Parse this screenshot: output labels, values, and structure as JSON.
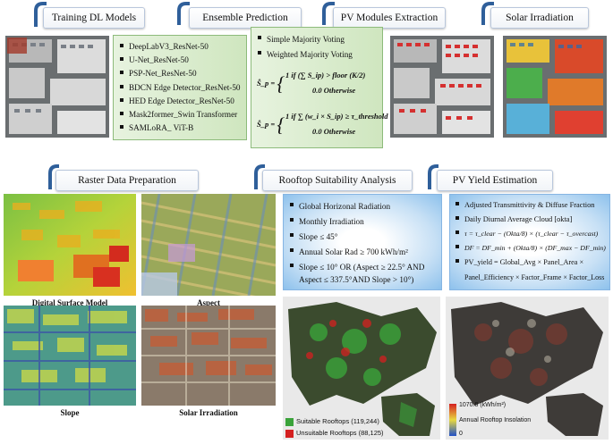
{
  "steps": {
    "training": "Training DL Models",
    "ensemble": "Ensemble Prediction",
    "pv_extraction": "PV Modules Extraction",
    "solar_irradiation": "Solar Irradiation",
    "raster": "Raster Data Preparation",
    "suitability": "Rooftop Suitability Analysis",
    "yield": "PV Yield Estimation"
  },
  "models": [
    "DeepLabV3_ResNet-50",
    "U-Net_ResNet-50",
    "PSP-Net_ResNet-50",
    "BDCN Edge Detector_ResNet-50",
    "HED Edge Detector_ResNet-50",
    "Mask2former_Swin Transformer",
    "SAMLoRA_ ViT-B"
  ],
  "voting": {
    "items": [
      "Simple Majority Voting",
      "Weighted Majority Voting"
    ],
    "eq1_lhs": "Ŝ_p =",
    "eq1_case1": "1 if (∑ S_ip) > floor (K/2)",
    "eq1_case2": "0.0 Otherwise",
    "eq2_lhs": "Ŝ_p =",
    "eq2_case1": "1 if ∑ (w_i × S_ip) ≥ τ_threshold",
    "eq2_case2": "0.0 Otherwise"
  },
  "suitability": [
    "Global Horizonal Radiation",
    "Monthly Irradiation",
    "Slope ≤ 45°",
    "Annual Solar Rad ≥ 700 kWh/m²",
    "Slope ≤ 10° OR (Aspect ≥ 22.5° AND",
    "Aspect ≤ 337.5°AND Slope > 10°)"
  ],
  "yield": {
    "items": [
      "Adjusted Transmittivity & Diffuse Fraction",
      "Daily Diurnal Average Cloud [okta]"
    ],
    "eq_tau": "τ = τ_clear − (Okta/8) × (τ_clear − τ_overcast)",
    "eq_df": "DF = DF_min + (Okta/8) × (DF_max − DF_min)",
    "eq_pv1": "PV_yield = Global_Avg × Panel_Area ×",
    "eq_pv2": "Panel_Efficiency × Factor_Frame × Factor_Loss"
  },
  "captions": {
    "dsm": "Digital Surface Model",
    "aspect": "Aspect",
    "slope": "Slope",
    "solar_irr": "Solar Irradiation"
  },
  "legend_suitable": {
    "suitable": "Suitable Rooftops (119,244)",
    "unsuitable": "Unsuitable Rooftops (88,125)",
    "suitable_color": "#3aa33a",
    "unsuitable_color": "#d42020"
  },
  "legend_insolation": {
    "max": "1070.8 (kWh/m²)",
    "label": "Annual Rooftop Insolation",
    "min": "0"
  }
}
